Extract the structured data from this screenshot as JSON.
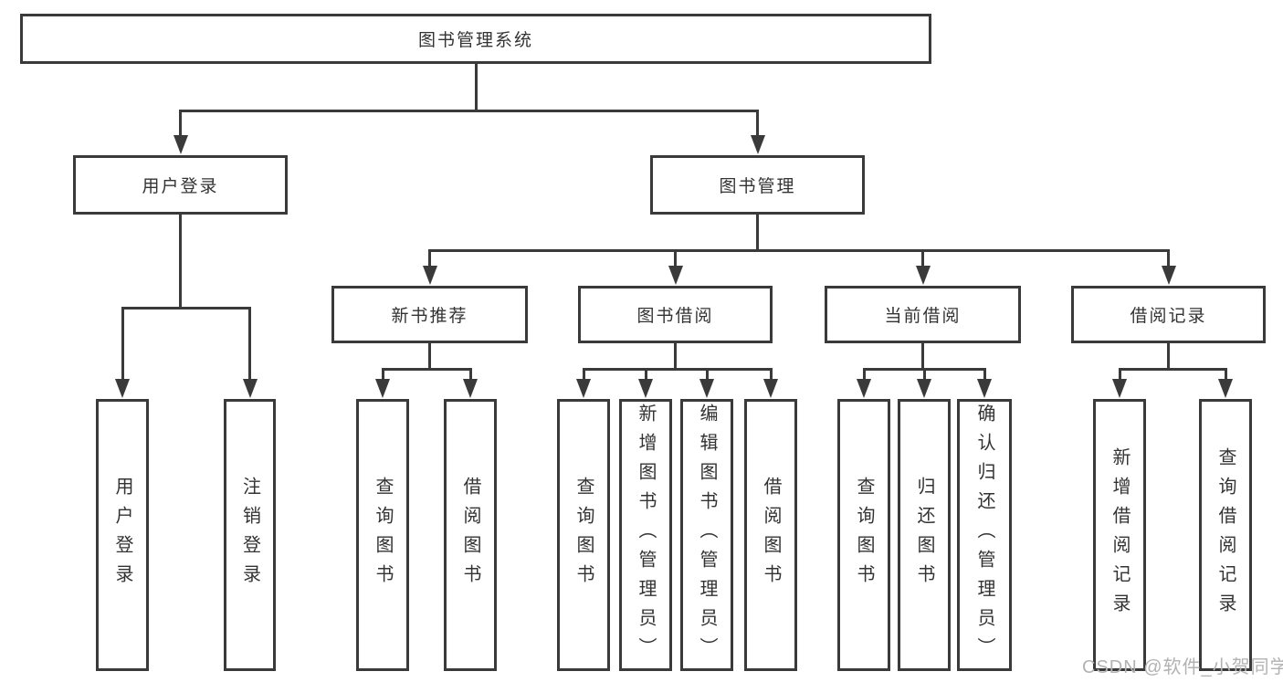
{
  "diagram": {
    "watermark": "CSDN @软件_小贺同学",
    "colors": {
      "line": "#3a3a3a",
      "text": "#333333",
      "box_background": "#ffffff",
      "page_background": "#ffffff",
      "watermark": "#b2b2b2"
    },
    "nodes": [
      {
        "id": "root",
        "label": "图书管理系统",
        "parent": null
      },
      {
        "id": "user-login",
        "label": "用户登录",
        "parent": "root"
      },
      {
        "id": "book-mgmt",
        "label": "图书管理",
        "parent": "root"
      },
      {
        "id": "leaf-user-login",
        "label": "用户登录",
        "parent": "user-login"
      },
      {
        "id": "leaf-logout",
        "label": "注销登录",
        "parent": "user-login"
      },
      {
        "id": "new-book-rec",
        "label": "新书推荐",
        "parent": "book-mgmt"
      },
      {
        "id": "book-borrow",
        "label": "图书借阅",
        "parent": "book-mgmt"
      },
      {
        "id": "current-borrow",
        "label": "当前借阅",
        "parent": "book-mgmt"
      },
      {
        "id": "borrow-record",
        "label": "借阅记录",
        "parent": "book-mgmt"
      },
      {
        "id": "nbr-query",
        "label": "查询图书",
        "parent": "new-book-rec"
      },
      {
        "id": "nbr-borrow",
        "label": "借阅图书",
        "parent": "new-book-rec"
      },
      {
        "id": "bb-query",
        "label": "查询图书",
        "parent": "book-borrow"
      },
      {
        "id": "bb-add",
        "label": "新增图书（管理员）",
        "parent": "book-borrow"
      },
      {
        "id": "bb-edit",
        "label": "编辑图书（管理员）",
        "parent": "book-borrow"
      },
      {
        "id": "bb-borrow",
        "label": "借阅图书",
        "parent": "book-borrow"
      },
      {
        "id": "cb-query",
        "label": "查询图书",
        "parent": "current-borrow"
      },
      {
        "id": "cb-return",
        "label": "归还图书",
        "parent": "current-borrow"
      },
      {
        "id": "cb-confirm",
        "label": "确认归还（管理员）",
        "parent": "current-borrow"
      },
      {
        "id": "br-add",
        "label": "新增借阅记录",
        "parent": "borrow-record"
      },
      {
        "id": "br-query",
        "label": "查询借阅记录",
        "parent": "borrow-record"
      }
    ]
  }
}
